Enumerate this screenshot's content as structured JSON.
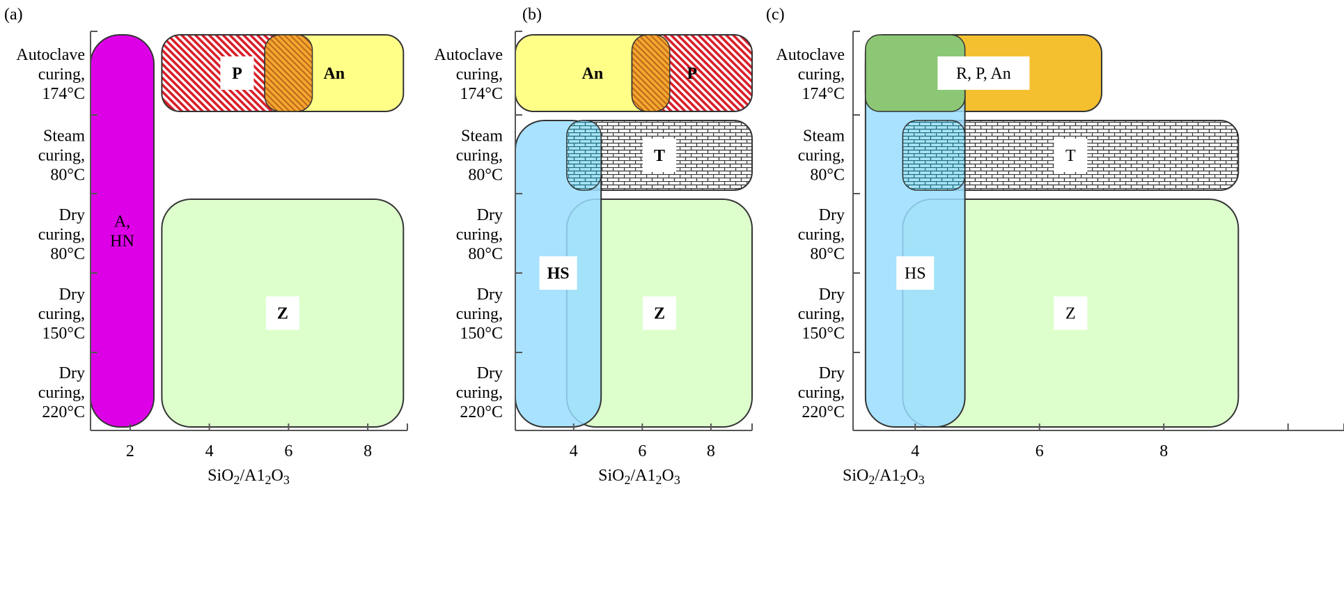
{
  "chart_data": [
    {
      "type": "region",
      "panel_label": "(a)",
      "x_tick_values": [
        2,
        4,
        6,
        8
      ],
      "x_tick_labels": [
        "2",
        "4",
        "6",
        "8"
      ],
      "y_categories": [
        [
          "Autoclave",
          "curing,",
          "174°C"
        ],
        [
          "Steam",
          "curing,",
          "80°C"
        ],
        [
          "Dry",
          "curing,",
          "80°C"
        ],
        [
          "Dry",
          "curing,",
          "150°C"
        ],
        [
          "Dry",
          "curing,",
          "220°C"
        ]
      ],
      "xlabel": {
        "base1": "SiO",
        "sub1": "2",
        "base2": "/A1",
        "sub2": "2",
        "base3": "O",
        "sub3": "3"
      },
      "regions": [
        {
          "label": [
            "A,",
            "HN"
          ],
          "x_range": [
            1.0,
            2.6
          ],
          "y_from": 0,
          "y_to": 4,
          "fill": "#dd00e6",
          "pattern": "none",
          "label_box": false,
          "bold": false
        },
        {
          "label": [
            "P"
          ],
          "x_range": [
            2.8,
            6.6
          ],
          "y_from": 0,
          "y_to": 0,
          "fill": "#ffffff",
          "pattern": "red-hatch",
          "label_box": true,
          "bold": true
        },
        {
          "label": [
            "An"
          ],
          "x_range": [
            5.4,
            8.9
          ],
          "y_from": 0,
          "y_to": 0,
          "fill": "#ffff88",
          "pattern": "none",
          "label_box": false,
          "bold": true
        },
        {
          "label": [
            "Z"
          ],
          "x_range": [
            2.8,
            8.9
          ],
          "y_from": 2,
          "y_to": 4,
          "fill": "#ddffcc",
          "pattern": "none",
          "label_box": true,
          "bold": true
        }
      ]
    },
    {
      "type": "region",
      "panel_label": "(b)",
      "x_tick_values": [
        4,
        6,
        8
      ],
      "x_tick_labels": [
        "4",
        "6",
        "8"
      ],
      "y_categories": [
        [
          "Autoclave",
          "curing,",
          "174°C"
        ],
        [
          "Steam",
          "curing,",
          "80°C"
        ],
        [
          "Dry",
          "curing,",
          "80°C"
        ],
        [
          "Dry",
          "curing,",
          "150°C"
        ],
        [
          "Dry",
          "curing,",
          "220°C"
        ]
      ],
      "xlabel": {
        "base1": "SiO",
        "sub1": "2",
        "base2": "/A1",
        "sub2": "2",
        "base3": "O",
        "sub3": "3"
      },
      "regions": [
        {
          "label": [
            "An"
          ],
          "x_range": [
            2.3,
            6.8
          ],
          "y_from": 0,
          "y_to": 0,
          "fill": "#ffff88",
          "pattern": "none",
          "label_box": false,
          "bold": true
        },
        {
          "label": [
            "P"
          ],
          "x_range": [
            5.7,
            9.2
          ],
          "y_from": 0,
          "y_to": 0,
          "fill": "#ffffff",
          "pattern": "red-hatch",
          "label_box": false,
          "bold": true
        },
        {
          "label": [
            "T"
          ],
          "x_range": [
            3.8,
            9.2
          ],
          "y_from": 1,
          "y_to": 1,
          "fill": "#ffffff",
          "pattern": "brick",
          "label_box": true,
          "bold": true
        },
        {
          "label": [
            "Z"
          ],
          "x_range": [
            3.8,
            9.2
          ],
          "y_from": 2,
          "y_to": 4,
          "fill": "#ddffcc",
          "pattern": "none",
          "label_box": true,
          "bold": true
        },
        {
          "label": [
            "HS"
          ],
          "x_range": [
            2.3,
            4.8
          ],
          "y_from": 1,
          "y_to": 4,
          "fill": "#99ddff",
          "pattern": "none",
          "label_box": true,
          "bold": true
        }
      ]
    },
    {
      "type": "region",
      "panel_label": "(c)",
      "x_tick_values": [
        4,
        6,
        8
      ],
      "x_tick_labels": [
        "4",
        "6",
        "8"
      ],
      "y_categories": [
        [
          "Autoclave",
          "curing,",
          "174°C"
        ],
        [
          "Steam",
          "curing,",
          "80°C"
        ],
        [
          "Dry",
          "curing,",
          "80°C"
        ],
        [
          "Dry",
          "curing,",
          "150°C"
        ],
        [
          "Dry",
          "curing,",
          "220°C"
        ]
      ],
      "xlabel": {
        "base1": "SiO",
        "sub1": "2",
        "base2": "/A1",
        "sub2": "2",
        "base3": "O",
        "sub3": "3"
      },
      "regions": [
        {
          "label": [
            "R, P, An"
          ],
          "x_range": [
            3.2,
            7.0
          ],
          "y_from": 0,
          "y_to": 0,
          "fill": "#f5c030",
          "pattern": "none",
          "label_box": true,
          "bold": false
        },
        {
          "label": [
            "T"
          ],
          "x_range": [
            3.8,
            9.2
          ],
          "y_from": 1,
          "y_to": 1,
          "fill": "#ffffff",
          "pattern": "brick",
          "label_box": true,
          "bold": false
        },
        {
          "label": [
            "Z"
          ],
          "x_range": [
            3.8,
            9.2
          ],
          "y_from": 2,
          "y_to": 4,
          "fill": "#ddffcc",
          "pattern": "none",
          "label_box": true,
          "bold": false
        },
        {
          "label": [
            "HS"
          ],
          "x_range": [
            3.2,
            4.8
          ],
          "y_from": 0,
          "y_to": 4,
          "fill": "#99ddff",
          "pattern": "none",
          "label_box": true,
          "bold": false
        }
      ]
    }
  ]
}
